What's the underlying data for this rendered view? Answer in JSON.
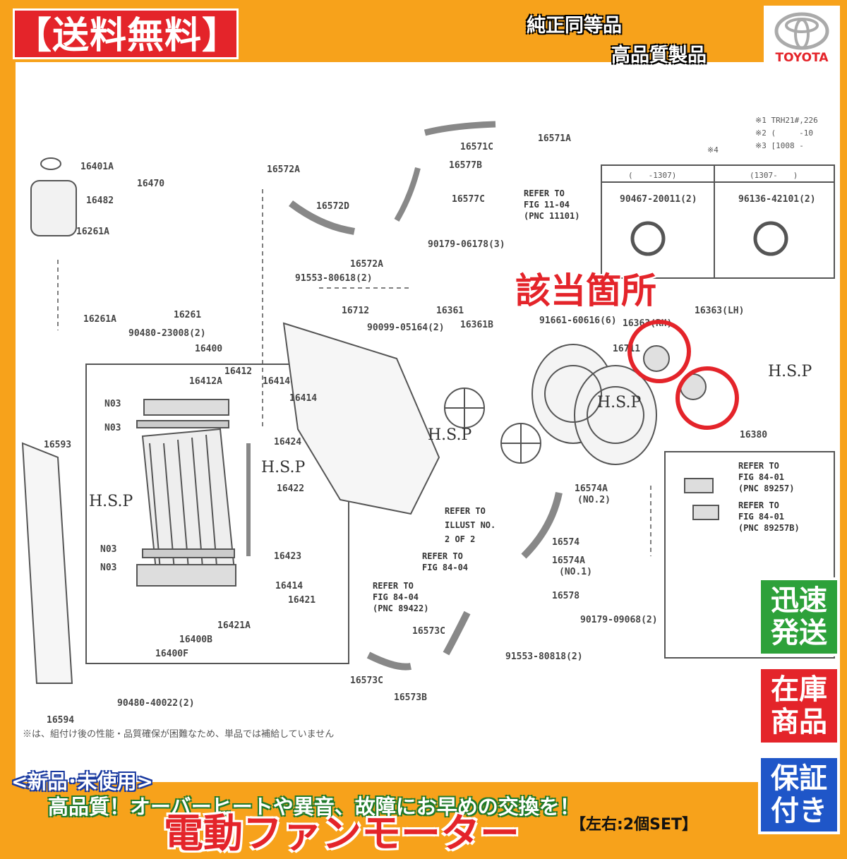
{
  "header": {
    "free_shipping": "【送料無料】",
    "line1": "純正同等品",
    "line2": "高品質製品",
    "brand": "TOYOTA"
  },
  "callout": "該当箇所",
  "watermark": "H.S.P",
  "badges": {
    "fast": [
      "迅速",
      "発送"
    ],
    "stock": [
      "在庫",
      "商品"
    ],
    "warranty": [
      "保証",
      "付き"
    ]
  },
  "footer": {
    "condition": "<新品･未使用>",
    "tagline": "高品質！オーバーヒートや異音、故障にお早めの交換を！",
    "title": "電動ファンモーター",
    "set_note": "【左右:2個SET】"
  },
  "diagram": {
    "parts": [
      "16401A",
      "16470",
      "16482",
      "16261A",
      "16261A",
      "16261",
      "90480-23008(2)",
      "16400",
      "16412A",
      "16412",
      "16414",
      "16414",
      "16424",
      "16422",
      "16423",
      "16414",
      "16421",
      "16421A",
      "16400B",
      "16400F",
      "90480-40022(2)",
      "16593",
      "16594",
      "16572A",
      "16572D",
      "16572A",
      "16571C",
      "16577B",
      "16577C",
      "16571A",
      "90179-06178(3)",
      "91553-80618(2)",
      "16712",
      "16361",
      "16361B",
      "90099-05164(2)",
      "91661-60616(6)",
      "16363(RH)",
      "16363(LH)",
      "16711",
      "16380",
      "16574A",
      "(NO.2)",
      "16574",
      "16574A",
      "(NO.1)",
      "16578",
      "16573C",
      "16573C",
      "16573B",
      "91553-80818(2)",
      "90179-09068(2)",
      "90467-20011(2)",
      "96136-42101(2)",
      "N03",
      "N03",
      "N03",
      "N03"
    ],
    "refers": [
      {
        "l1": "REFER TO",
        "l2": "FIG 11-04",
        "l3": "(PNC 11101)"
      },
      {
        "l1": "REFER TO",
        "l2": "FIG 84-01",
        "l3": "(PNC 89257)"
      },
      {
        "l1": "REFER TO",
        "l2": "FIG 84-01",
        "l3": "(PNC 89257B)"
      },
      {
        "l1": "REFER TO",
        "l2": "FIG 84-04",
        "l3": ""
      },
      {
        "l1": "REFER TO",
        "l2": "FIG 84-04",
        "l3": "(PNC 89422)"
      },
      {
        "l1": "REFER TO",
        "l2": "ILLUST NO.",
        "l3": "2 OF 2"
      }
    ],
    "note": "※は、組付け後の性能・品質確保が困難なため、単品では補給していません",
    "table_headers": [
      "(　　-1307)",
      "(1307-　　)"
    ],
    "side_notes": [
      "※1 TRH21#,226",
      "※2 (　　　-10",
      "※3 [1008 -",
      "※4"
    ]
  }
}
